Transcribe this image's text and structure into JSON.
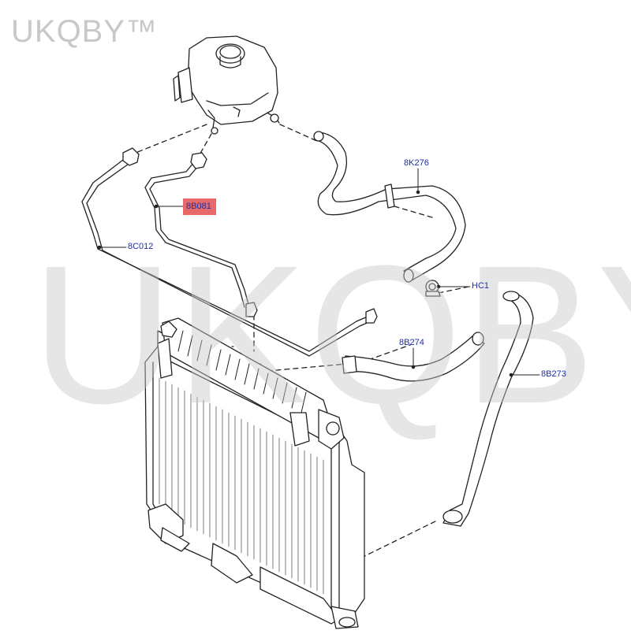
{
  "watermark": {
    "corner_text": "UKQBY™",
    "center_text": "UKQBY™"
  },
  "callouts": {
    "c_8b081": "8B081",
    "c_8c012": "8C012",
    "c_8k276": "8K276",
    "c_hc1": "HC1",
    "c_8b274": "8B274",
    "c_8b273": "8B273"
  },
  "colors": {
    "line": "#222222",
    "label": "#1f2fa0",
    "highlight": "#e66a6a",
    "watermark": "#c8c8c8"
  }
}
